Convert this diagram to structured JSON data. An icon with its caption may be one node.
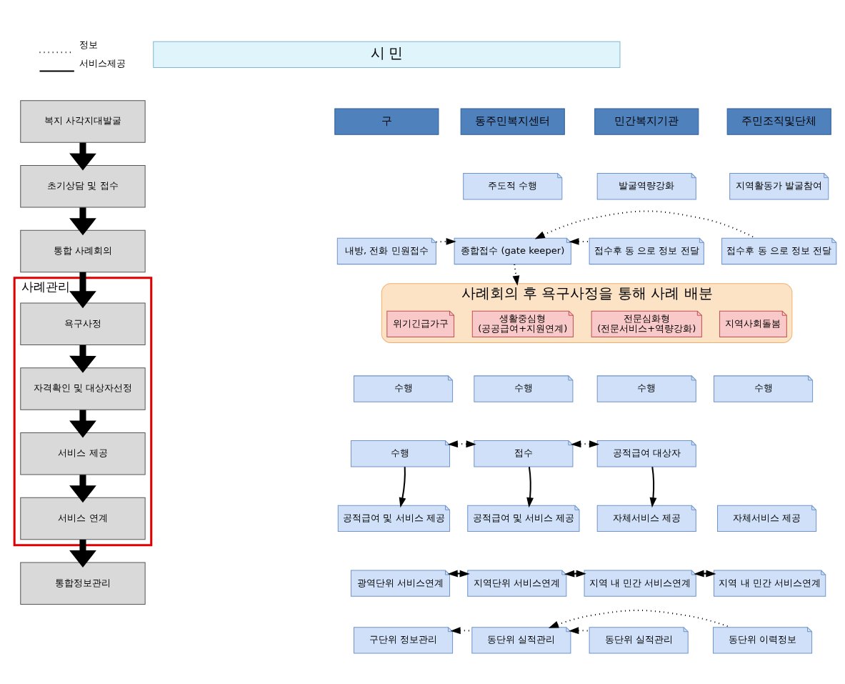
{
  "diagram": {
    "nodes": [
      {
        "text": [
          "시 민"
        ]
      },
      {
        "text": [
          "구"
        ]
      },
      {
        "text": [
          "동주민복지센터"
        ]
      },
      {
        "text": [
          "민간복지기관"
        ]
      },
      {
        "text": [
          "주민조직및단체"
        ]
      },
      {
        "text": [
          "주도적 수행"
        ]
      },
      {
        "text": [
          "발굴역량강화"
        ]
      },
      {
        "text": [
          "지역활동가 발굴참여"
        ]
      },
      {
        "text": [
          "내방, 전화 민원접수"
        ]
      },
      {
        "text": [
          "종합접수 (gate keeper)"
        ]
      },
      {
        "text": [
          "접수후 동 으로 정보 전달"
        ]
      },
      {
        "text": [
          "접수후 동 으로 정보 전달"
        ]
      },
      {
        "text": [
          "사례회의 후 욕구사정을 통해 사례 배분"
        ]
      },
      {
        "text": [
          "위기긴급가구"
        ],
        "in": 12
      },
      {
        "text": [
          "생활중심형",
          "(공공급여+지원연계)"
        ],
        "in": 12
      },
      {
        "text": [
          "전문심화형",
          "(전문서비스+역량강화)"
        ],
        "in": 12
      },
      {
        "text": [
          "지역사회돌봄"
        ],
        "in": 12
      },
      {
        "text": [
          "수행"
        ]
      },
      {
        "text": [
          "수행"
        ]
      },
      {
        "text": [
          "수행"
        ]
      },
      {
        "text": [
          "수행"
        ]
      },
      {
        "text": [
          "수행"
        ]
      },
      {
        "text": [
          "접수"
        ]
      },
      {
        "text": [
          "공적급여 대상자"
        ]
      },
      {
        "text": [
          "공적급여 및 서비스 제공"
        ]
      },
      {
        "text": [
          "공적급여 및 서비스 제공"
        ]
      },
      {
        "text": [
          "자체서비스 제공"
        ]
      },
      {
        "text": [
          "자체서비스 제공"
        ]
      },
      {
        "text": [
          "광역단위 서비스연계"
        ]
      },
      {
        "text": [
          "지역단위 서비스연계"
        ]
      },
      {
        "text": [
          "지역 내 민간 서비스연계"
        ]
      },
      {
        "text": [
          "지역 내 민간 서비스연계"
        ]
      },
      {
        "text": [
          "구단위 정보관리"
        ]
      },
      {
        "text": [
          "동단위 실적관리"
        ]
      },
      {
        "text": [
          "동단위 실적관리"
        ]
      },
      {
        "text": [
          "동단위 이력정보"
        ]
      },
      {
        "text": [
          "복지 사각지대발굴"
        ]
      },
      {
        "text": [
          "초기상담 및 접수"
        ]
      },
      {
        "text": [
          "통합 사례회의"
        ]
      },
      {
        "text": [
          "사례관리"
        ]
      },
      {
        "text": [
          "욕구사정"
        ],
        "in": 39
      },
      {
        "text": [
          "자격확인 및 대상자선정"
        ],
        "in": 39
      },
      {
        "text": [
          "서비스 제공"
        ],
        "in": 39
      },
      {
        "text": [
          "서비스 연계"
        ],
        "in": 39
      },
      {
        "text": [
          "통합정보관리"
        ]
      }
    ],
    "edges": [
      {
        "from": 8,
        "to": 9,
        "arrow": "to",
        "style": "dashed"
      },
      {
        "from": 10,
        "to": 9,
        "arrow": "to",
        "style": "dashed"
      },
      {
        "from": 9,
        "to": 12,
        "arrow": "to",
        "style": "dashed"
      },
      {
        "from": 11,
        "to": 9,
        "arrow": "to",
        "style": "dashed"
      },
      {
        "from": 21,
        "to": 22,
        "arrow": "both",
        "style": "dashed"
      },
      {
        "from": 22,
        "to": 23,
        "arrow": "both",
        "style": "dashed"
      },
      {
        "from": 21,
        "to": 24,
        "arrow": "to"
      },
      {
        "from": 22,
        "to": 25,
        "arrow": "to"
      },
      {
        "from": 23,
        "to": 26,
        "arrow": "to"
      },
      {
        "from": 28,
        "to": 29,
        "arrow": "both"
      },
      {
        "from": 29,
        "to": 30,
        "arrow": "both"
      },
      {
        "from": 30,
        "to": 31,
        "arrow": "both"
      },
      {
        "from": 33,
        "to": 32,
        "arrow": "to",
        "style": "dashed"
      },
      {
        "from": 34,
        "to": 33,
        "arrow": "to",
        "style": "dashed"
      },
      {
        "from": 35,
        "to": 33,
        "arrow": "to",
        "style": "dashed"
      },
      {
        "from": 36,
        "to": 37,
        "arrow": "to",
        "style": "thick"
      },
      {
        "from": 37,
        "to": 38,
        "arrow": "to",
        "style": "thick"
      },
      {
        "from": 38,
        "to": 40,
        "arrow": "to",
        "style": "thick"
      },
      {
        "from": 40,
        "to": 41,
        "arrow": "to",
        "style": "thick"
      },
      {
        "from": 41,
        "to": 42,
        "arrow": "to",
        "style": "thick"
      },
      {
        "from": 42,
        "to": 43,
        "arrow": "to",
        "style": "thick"
      },
      {
        "from": 43,
        "to": 44,
        "arrow": "to",
        "style": "thick"
      }
    ],
    "legend": [
      {
        "text": "정보"
      },
      {
        "text": "서비스제공"
      }
    ]
  }
}
